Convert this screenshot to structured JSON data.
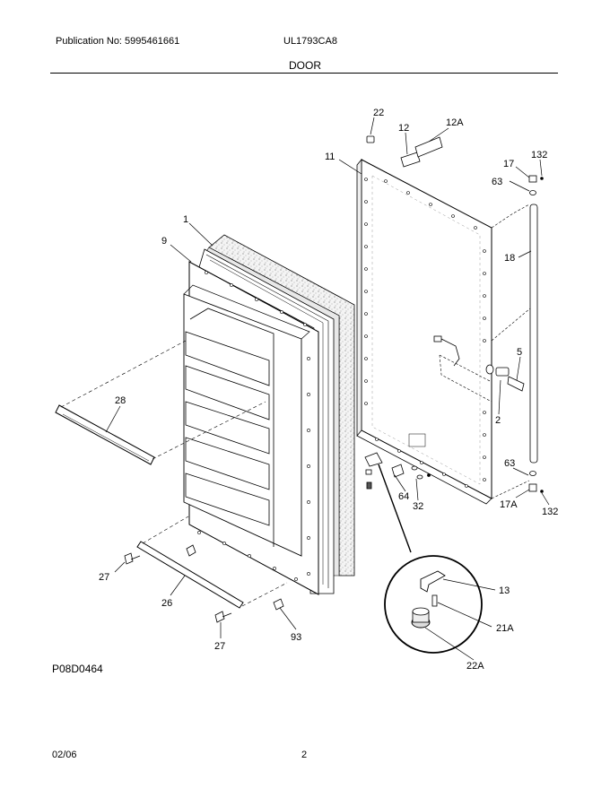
{
  "header": {
    "publication": "Publication No: 5995461661",
    "model": "UL1793CA8",
    "title": "DOOR"
  },
  "callouts": {
    "c1": "1",
    "c9": "9",
    "c11": "11",
    "c12": "12",
    "c12a": "12A",
    "c22": "22",
    "c17": "17",
    "c132a": "132",
    "c63a": "63",
    "c18": "18",
    "c5": "5",
    "c2": "2",
    "c28": "28",
    "c63b": "63",
    "c17a": "17A",
    "c132b": "132",
    "c64": "64",
    "c32": "32",
    "c27a": "27",
    "c26": "26",
    "c27b": "27",
    "c93": "93",
    "c13": "13",
    "c21a": "21A",
    "c22a": "22A"
  },
  "footer": {
    "figure_code": "P08D0464",
    "date": "02/06",
    "page": "2"
  }
}
